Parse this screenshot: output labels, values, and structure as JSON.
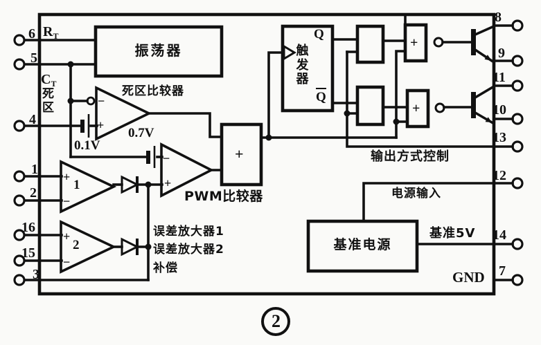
{
  "labels": {
    "rt_r": "R",
    "rt_sub": "T",
    "ct_c": "C",
    "ct_sub": "T",
    "dead_zone_vertical": "死区",
    "oscillator": "振荡器",
    "dead_time_comparator": "死区比较器",
    "v_0_1": "0.1V",
    "v_0_7": "0.7V",
    "pwm_comparator": "PWM比较器",
    "error_amp_1_number": "1",
    "error_amp_2_number": "2",
    "error_amp_1": "误差放大器1",
    "error_amp_2": "误差放大器2",
    "compensation": "补偿",
    "flip_flop": "触发器",
    "q": "Q",
    "q_bar": "Q",
    "output_mode_control": "输出方式控制",
    "power_input": "电源输入",
    "reference_supply": "基准电源",
    "reference_5v": "基准5V",
    "gnd": "GND",
    "plus": "+",
    "minus": "−",
    "figure_number": "2"
  },
  "pins": {
    "left": [
      "6",
      "5",
      "4",
      "1",
      "2",
      "16",
      "15",
      "3"
    ],
    "right": [
      "8",
      "9",
      "11",
      "10",
      "13",
      "12",
      "14",
      "7"
    ]
  },
  "colors": {
    "ink": "#111111",
    "paper": "#fafaf8"
  }
}
